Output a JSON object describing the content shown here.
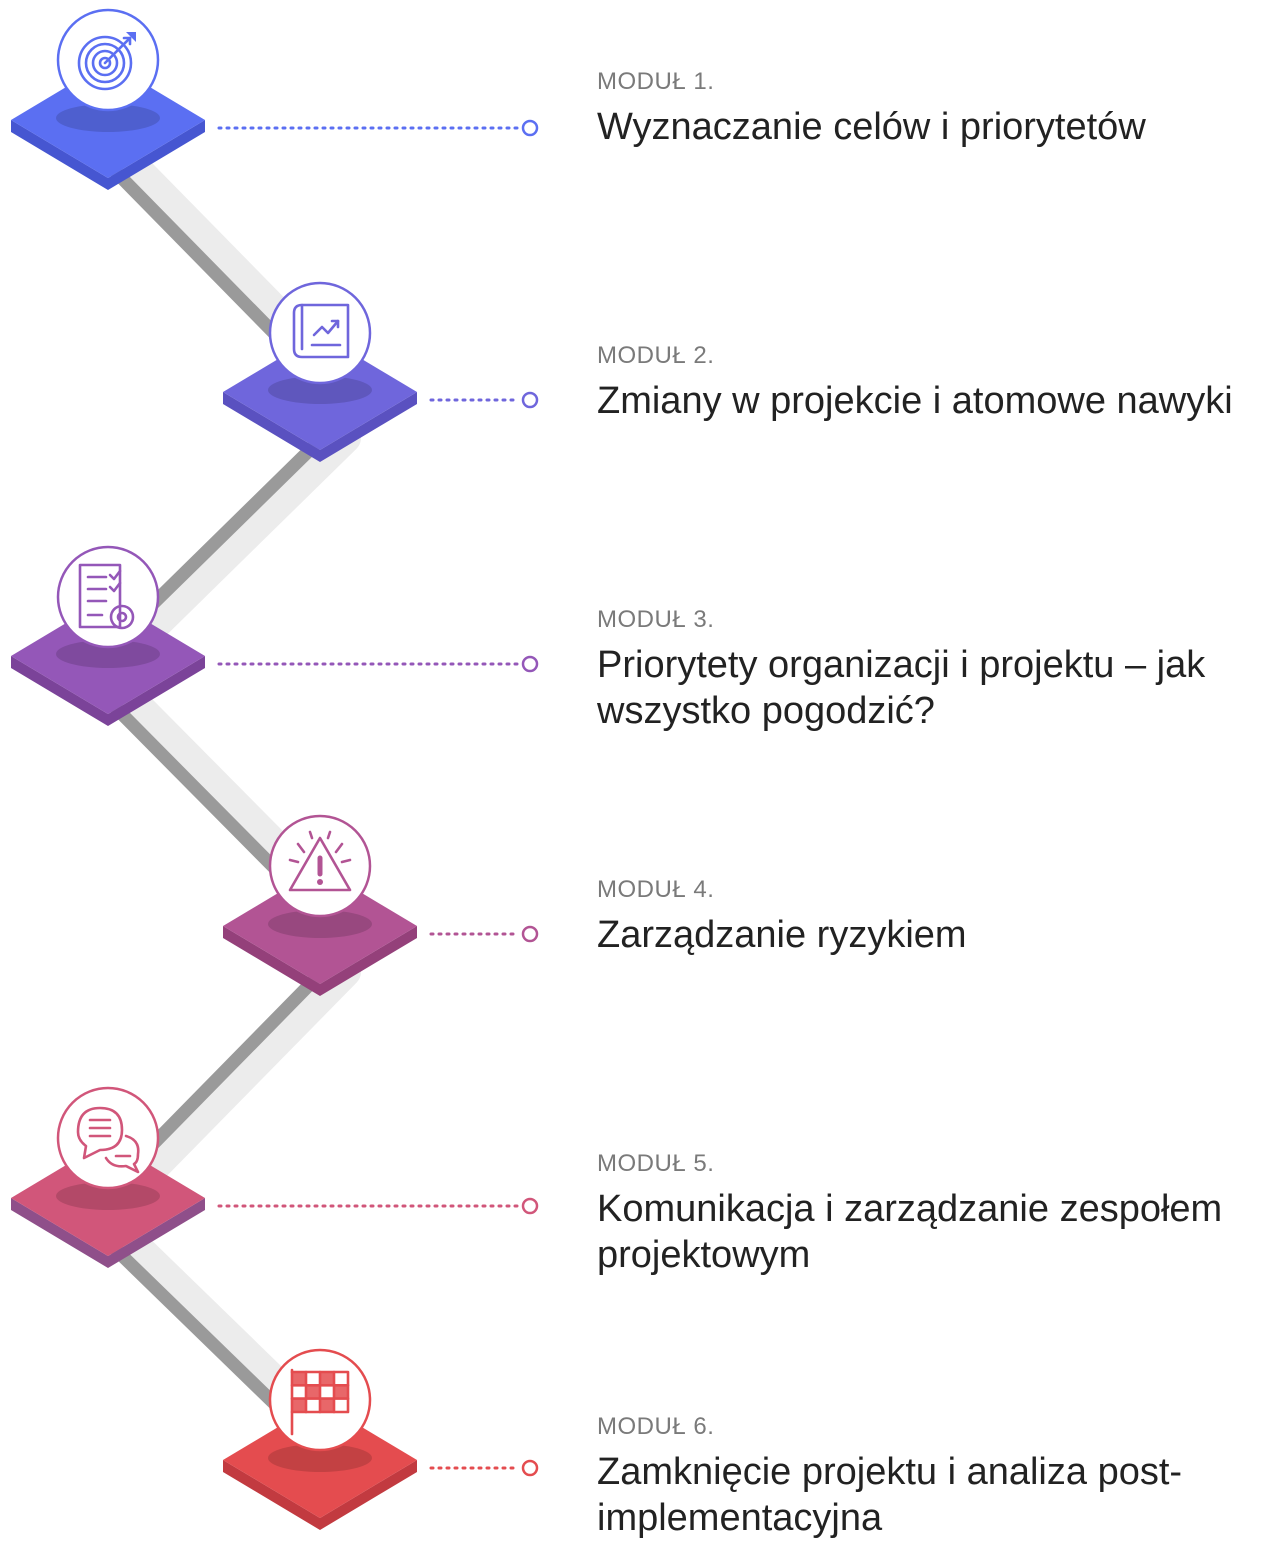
{
  "modules": [
    {
      "label": "MODUŁ 1.",
      "title": "Wyznaczanie celów i priorytetów",
      "color": "#5b6ff2",
      "dark": "#4656d1",
      "icon": "target-icon"
    },
    {
      "label": "MODUŁ 2.",
      "title": "Zmiany w projekcie i atomowe nawyki",
      "color": "#6f66dc",
      "dark": "#5a51c0",
      "icon": "blueprint-chart-icon"
    },
    {
      "label": "MODUŁ 3.",
      "title": "Priorytety organizacji i projektu – jak wszystko pogodzić?",
      "color": "#9457b8",
      "dark": "#7b4399",
      "icon": "checklist-gear-icon"
    },
    {
      "label": "MODUŁ 4.",
      "title": "Zarządzanie ryzykiem",
      "color": "#b25494",
      "dark": "#94407a",
      "icon": "warning-icon"
    },
    {
      "label": "MODUŁ 5.",
      "title": "Komunikacja i zarządzanie zespołem projektowym",
      "color": "#d1567a",
      "dark": "#8f4f8a",
      "icon": "chat-bubbles-icon"
    },
    {
      "label": "MODUŁ 6.",
      "title": "Zamknięcie projektu i analiza post-implementacyjna",
      "color": "#e44c4f",
      "dark": "#c23a40",
      "icon": "finish-flag-icon"
    }
  ]
}
